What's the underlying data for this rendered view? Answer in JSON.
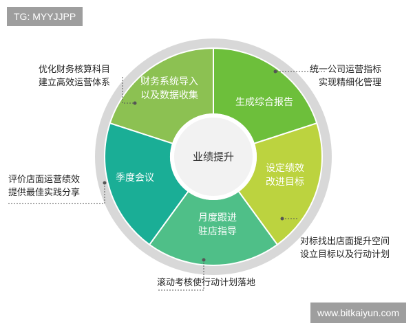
{
  "watermark_top": "TG: MYYJJPP",
  "watermark_bottom": "www.bitkaiyun.com",
  "center": {
    "label": "业绩提升"
  },
  "segments": [
    {
      "id": "finance",
      "label_lines": [
        "财务系统导入",
        "以及数据收集"
      ],
      "color": "#8cc152"
    },
    {
      "id": "report",
      "label_lines": [
        "生成综合报告"
      ],
      "color": "#6dbf3b"
    },
    {
      "id": "target",
      "label_lines": [
        "设定绩效",
        "改进目标"
      ],
      "color": "#bcd33f"
    },
    {
      "id": "monthly",
      "label_lines": [
        "月度跟进",
        "驻店指导"
      ],
      "color": "#4fbf88"
    },
    {
      "id": "quarterly",
      "label_lines": [
        "季度会议"
      ],
      "color": "#1aae96"
    }
  ],
  "notes": {
    "top_left": [
      "优化财务核算科目",
      "建立高效运营体系"
    ],
    "top_right": [
      "统一公司运营指标",
      "实现精细化管理"
    ],
    "left": [
      "评价店面运营绩效",
      "提供最佳实践分享"
    ],
    "right": [
      "对标找出店面提升空间",
      "设立目标以及行动计划"
    ],
    "bottom": [
      "滚动考核使行动计划落地"
    ]
  },
  "colors": {
    "outer_ring": "#d8d8d8",
    "center_fill": "#f2f2f2",
    "leader": "#555555"
  }
}
